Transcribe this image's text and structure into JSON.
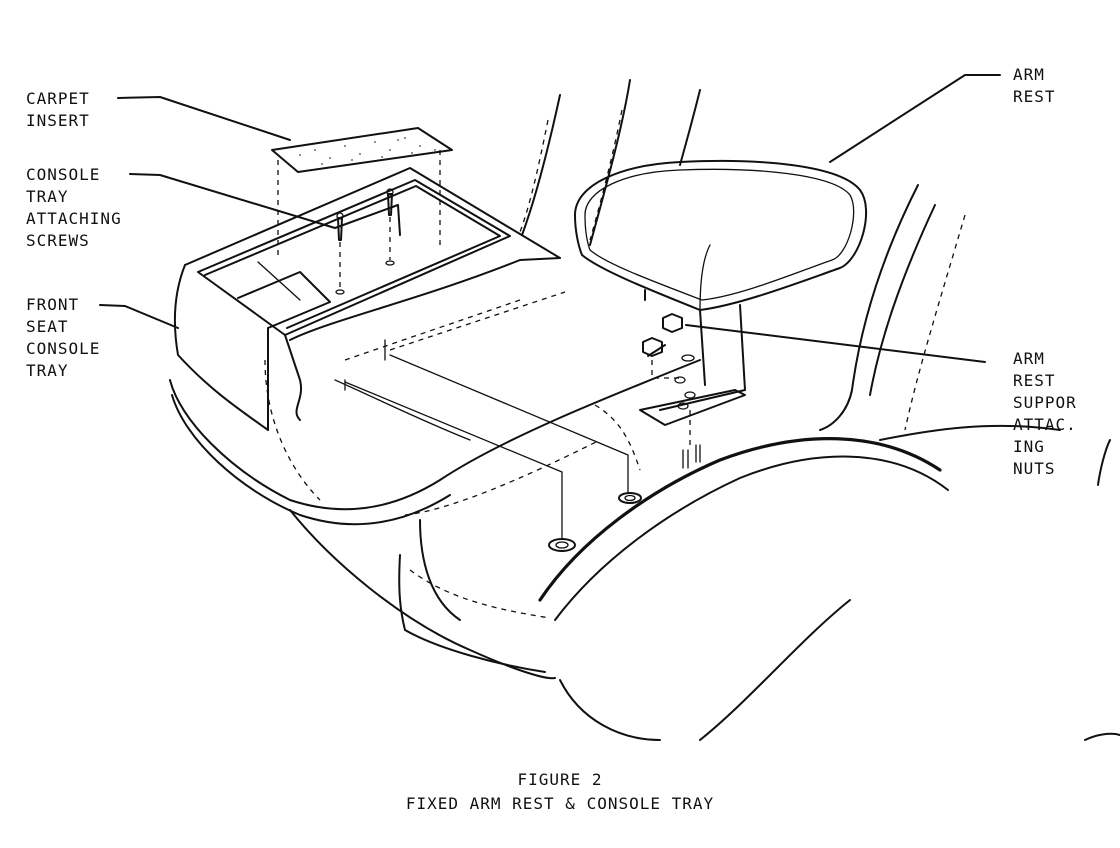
{
  "labels": {
    "carpet_insert": [
      "CARPET",
      "INSERT"
    ],
    "arm_rest": [
      "ARM",
      "REST"
    ],
    "console_screws": [
      "CONSOLE",
      "TRAY",
      "ATTACHING",
      "SCREWS"
    ],
    "front_seat_console": [
      "FRONT",
      "SEAT",
      "CONSOLE",
      "TRAY"
    ],
    "support_nuts": [
      "ARM",
      "REST",
      "SUPPOR",
      "ATTAC.",
      "ING",
      "NUTS"
    ]
  },
  "caption": {
    "figure": "FIGURE 2",
    "title": "FIXED ARM REST & CONSOLE TRAY"
  }
}
